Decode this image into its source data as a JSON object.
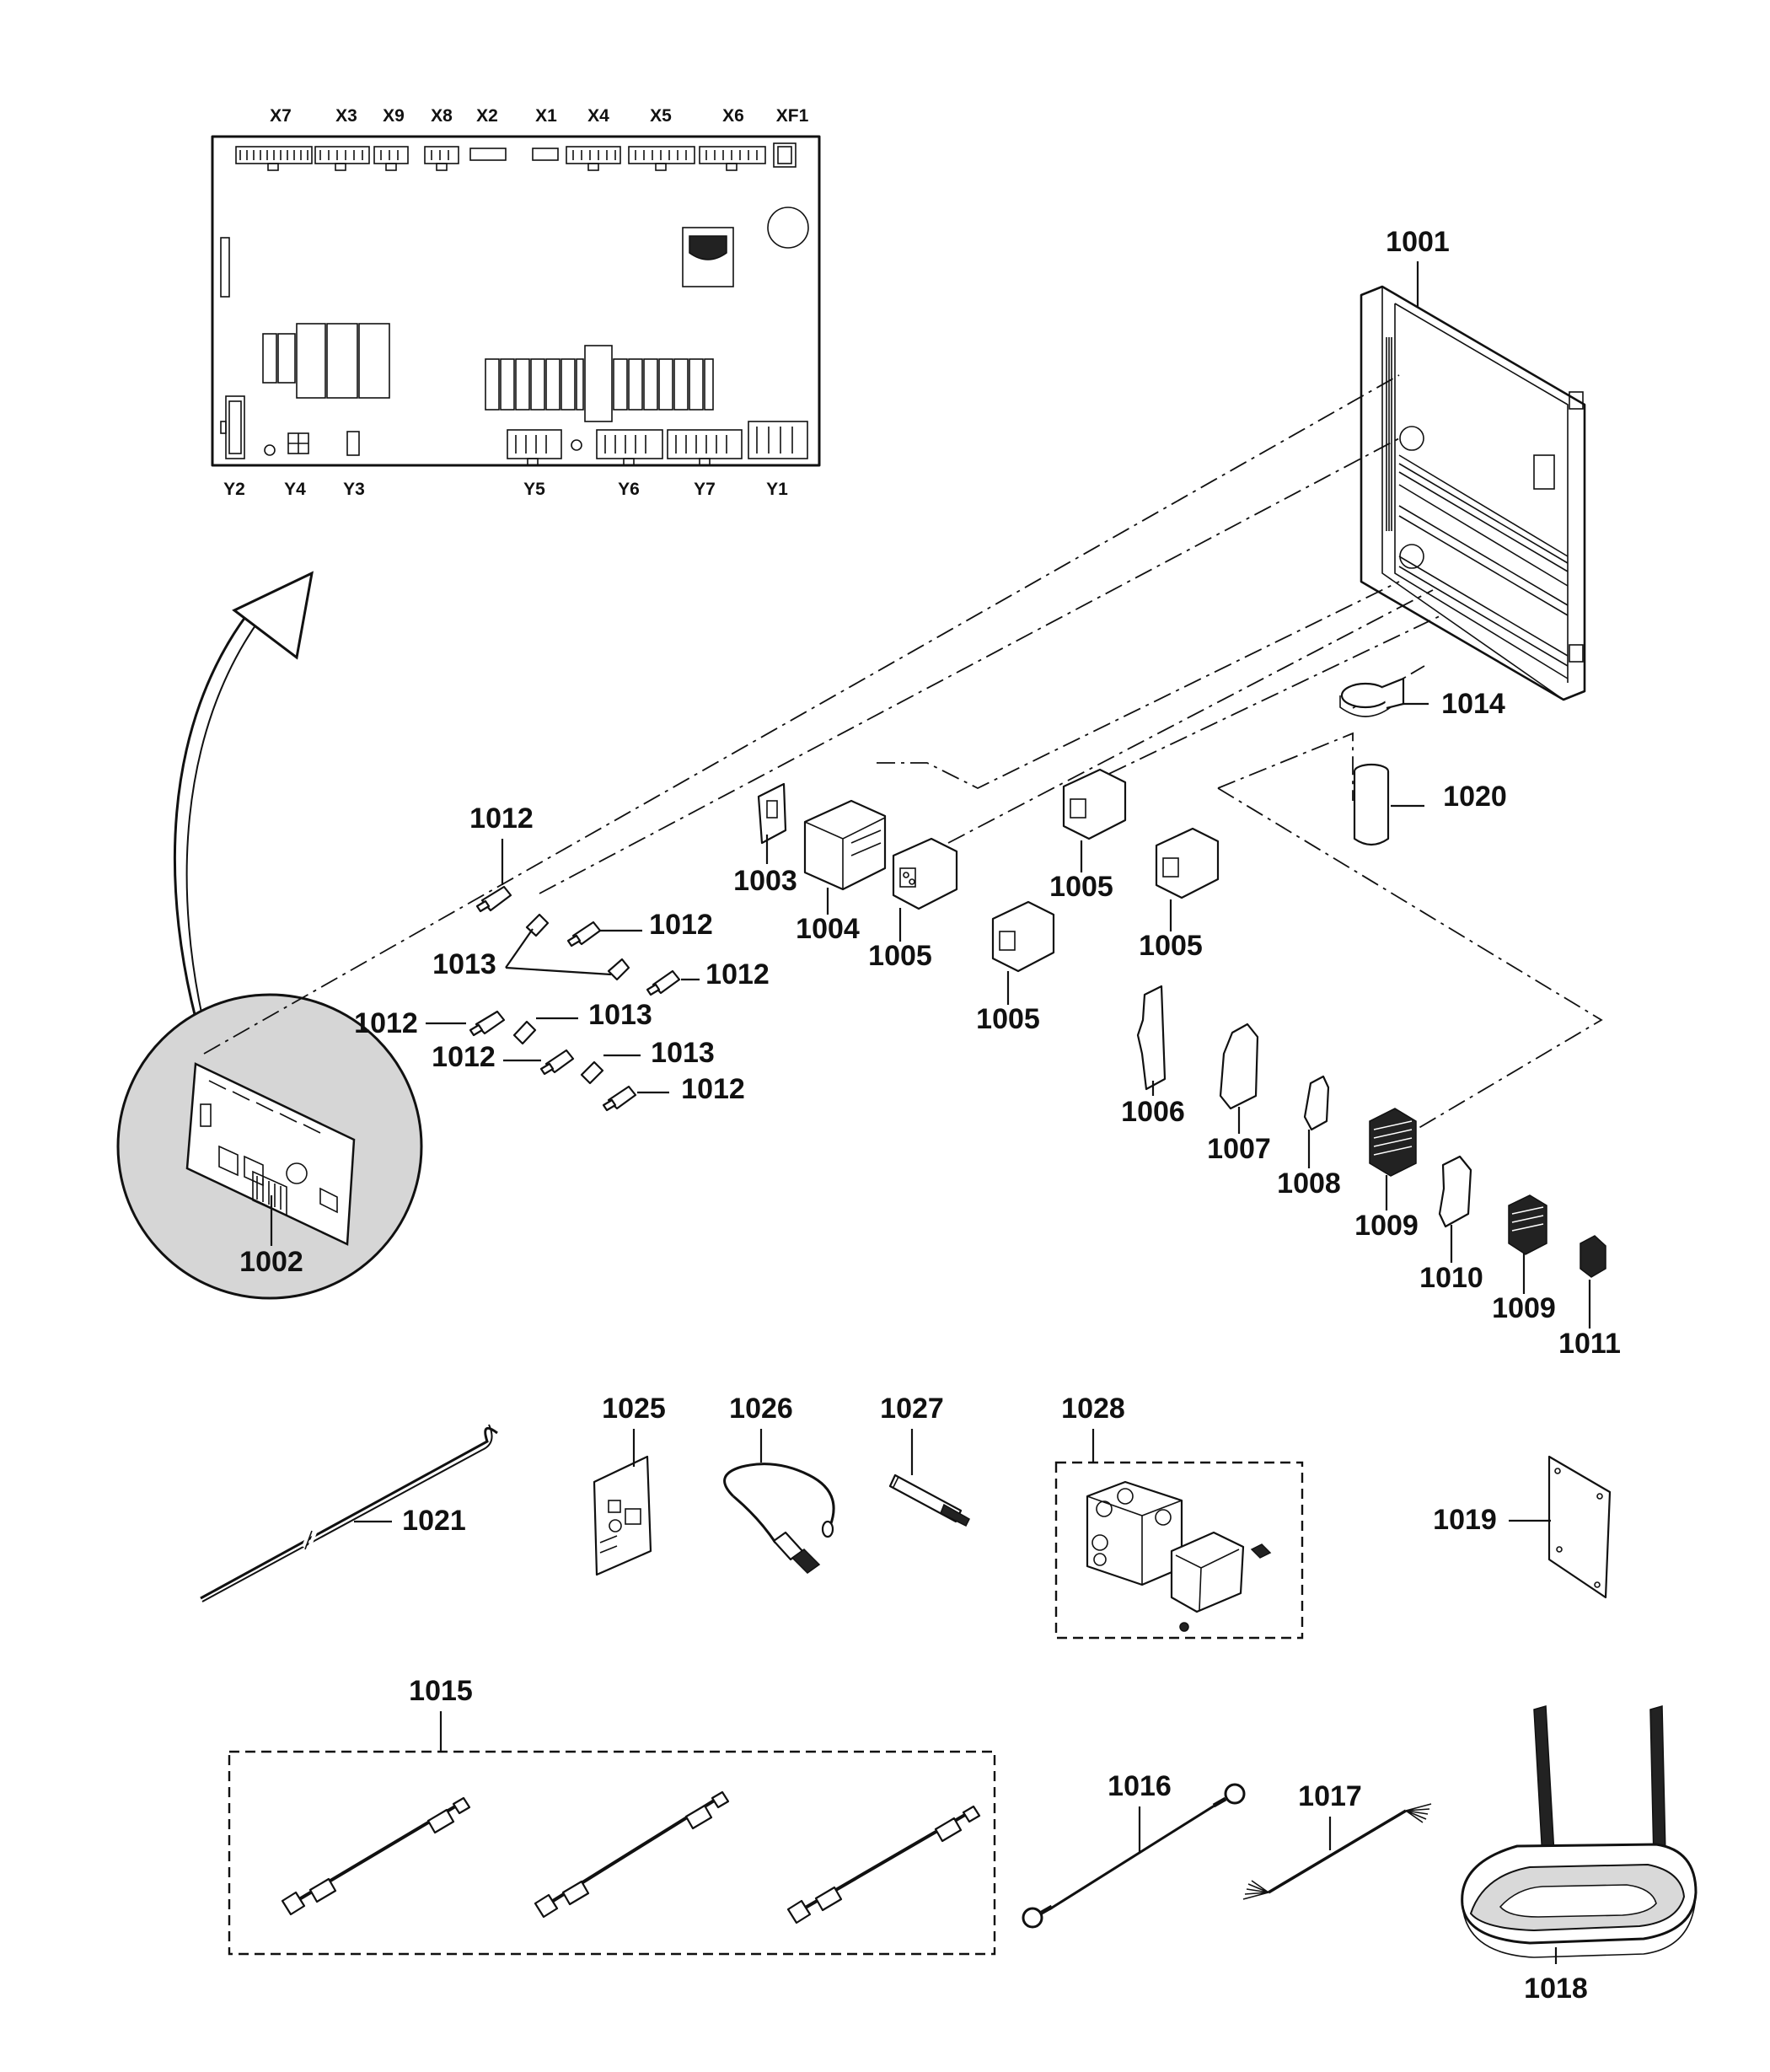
{
  "board_connectors_top": [
    "X7",
    "X3",
    "X9",
    "X8",
    "X2",
    "X1",
    "X4",
    "X5",
    "X6",
    "XF1"
  ],
  "board_connectors_bottom": [
    "Y2",
    "Y4",
    "Y3",
    "Y5",
    "Y6",
    "Y7",
    "Y1"
  ],
  "labels": {
    "p1001": "1001",
    "p1002": "1002",
    "p1003": "1003",
    "p1004": "1004",
    "p1005": "1005",
    "p1006": "1006",
    "p1007": "1007",
    "p1008": "1008",
    "p1009": "1009",
    "p1010": "1010",
    "p1011": "1011",
    "p1012": "1012",
    "p1013": "1013",
    "p1014": "1014",
    "p1015": "1015",
    "p1016": "1016",
    "p1017": "1017",
    "p1018": "1018",
    "p1019": "1019",
    "p1020": "1020",
    "p1021": "1021",
    "p1025": "1025",
    "p1026": "1026",
    "p1027": "1027",
    "p1028": "1028"
  }
}
